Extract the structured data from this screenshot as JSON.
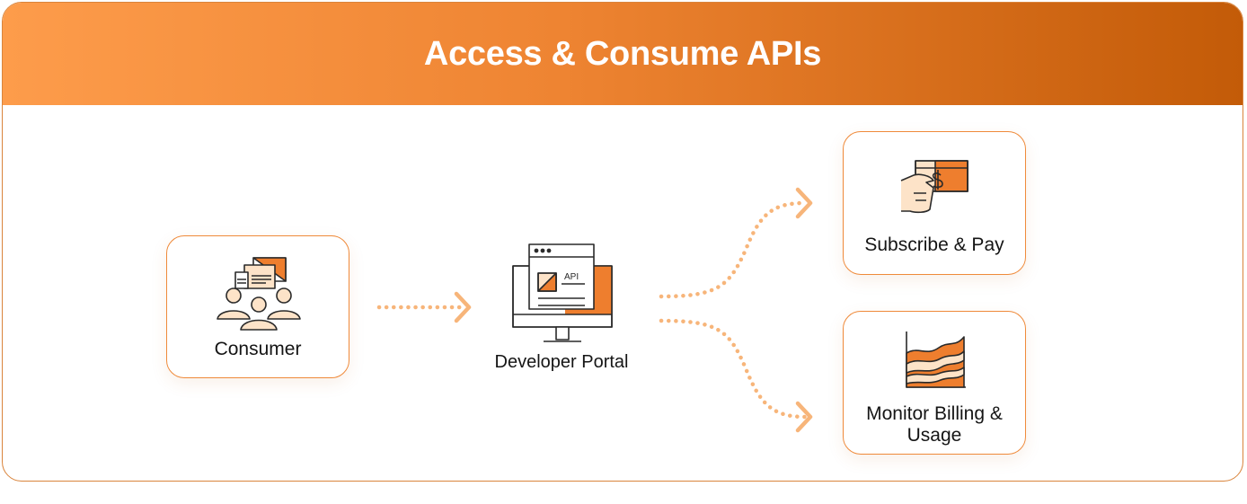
{
  "title": "Access & Consume APIs",
  "nodes": {
    "consumer": {
      "label": "Consumer",
      "icon": "users-with-devices-icon"
    },
    "developer_portal": {
      "label": "Developer Portal",
      "icon": "monitor-api-icon",
      "api_text": "API"
    },
    "subscribe_pay": {
      "label": "Subscribe & Pay",
      "icon": "hand-holding-card-icon"
    },
    "monitor": {
      "label_line1": "Monitor Billing &",
      "label_line2": "Usage",
      "icon": "area-chart-icon"
    }
  },
  "colors": {
    "header_start": "#fd9c4b",
    "header_end": "#c35b08",
    "accent": "#ef8a3a",
    "accent_light": "#fde3c8",
    "connector": "#f7b57a",
    "ink": "#2a2a2a"
  }
}
